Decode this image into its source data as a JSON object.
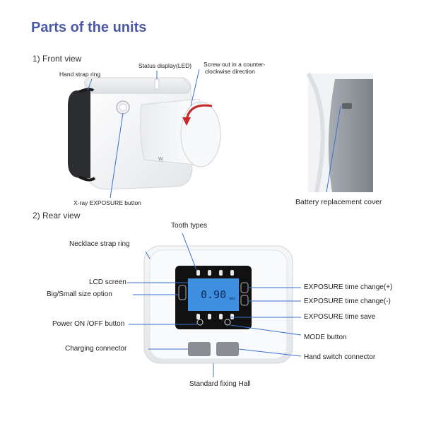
{
  "title": "Parts of the units",
  "front_view": {
    "heading": "1) Front view",
    "labels": {
      "hand_strap_ring": "Hand strap ring",
      "status_display": "Status display(LED)",
      "screw_out_line1": "Screw out in a counter-",
      "screw_out_line2": "clockwise direction",
      "exposure_button": "X-ray EXPOSURE button",
      "battery_cover": "Battery replacement cover"
    },
    "brand_text": "W"
  },
  "rear_view": {
    "heading": "2) Rear view",
    "labels": {
      "tooth_types": "Tooth types",
      "necklace_strap_ring": "Necklace strap ring",
      "lcd_screen": "LCD screen",
      "big_small_option": "Big/Small size option",
      "power_button": "Power ON /OFF button",
      "charging_connector": "Charging connector",
      "standard_fixing_hall": "Standard fixing Hall",
      "exposure_plus": "EXPOSURE time change(+)",
      "exposure_minus": "EXPOSURE time change(-)",
      "exposure_save": "EXPOSURE time save",
      "mode_button": "MODE button",
      "hand_switch_connector": "Hand switch connector"
    },
    "lcd": {
      "value": "0.90",
      "unit": "sec"
    }
  },
  "colors": {
    "title": "#4a5aa8",
    "leader_line": "#3a6fd0",
    "lcd_blue": "#3f8fe0"
  }
}
